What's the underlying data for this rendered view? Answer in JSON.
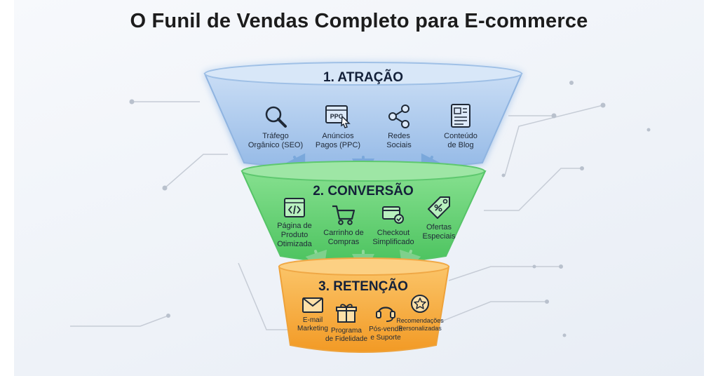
{
  "title": "O Funil de Vendas Completo para E-commerce",
  "colors": {
    "attraction": "#a9c8ee",
    "conversion": "#6bd37a",
    "retention": "#f6aa3f"
  },
  "stages": [
    {
      "title": "1. ATRAÇÃO",
      "items": [
        {
          "icon": "magnifier-icon",
          "label_lines": [
            "Tráfego",
            "Orgânico (SEO)"
          ]
        },
        {
          "icon": "ppc-cursor-icon",
          "icon_text": "PPC",
          "label_lines": [
            "Anúncios",
            "Pagos (PPC)"
          ]
        },
        {
          "icon": "share-icon",
          "label_lines": [
            "Redes",
            "Sociais"
          ]
        },
        {
          "icon": "blog-document-icon",
          "label_lines": [
            "Conteúdo",
            "de Blog"
          ]
        }
      ]
    },
    {
      "title": "2. CONVERSÃO",
      "items": [
        {
          "icon": "code-page-icon",
          "label_lines": [
            "Página de",
            "Produto",
            "Otimizada"
          ]
        },
        {
          "icon": "shopping-cart-icon",
          "label_lines": [
            "Carrinho de",
            "Compras"
          ]
        },
        {
          "icon": "checkout-card-icon",
          "label_lines": [
            "Checkout",
            "Simplificado"
          ]
        },
        {
          "icon": "price-tag-icon",
          "label_lines": [
            "Ofertas",
            "Especiais"
          ]
        }
      ]
    },
    {
      "title": "3. RETENÇÃO",
      "items": [
        {
          "icon": "envelope-icon",
          "label_lines": [
            "E-mail",
            "Marketing"
          ]
        },
        {
          "icon": "gift-icon",
          "label_lines": [
            "Programa",
            "de Fidelidade"
          ]
        },
        {
          "icon": "headset-icon",
          "label_lines": [
            "Pós-venda",
            "e Suporte"
          ]
        },
        {
          "icon": "star-badge-icon",
          "label_lines": [
            "Recomendações",
            "Personalizadas"
          ]
        }
      ]
    }
  ]
}
